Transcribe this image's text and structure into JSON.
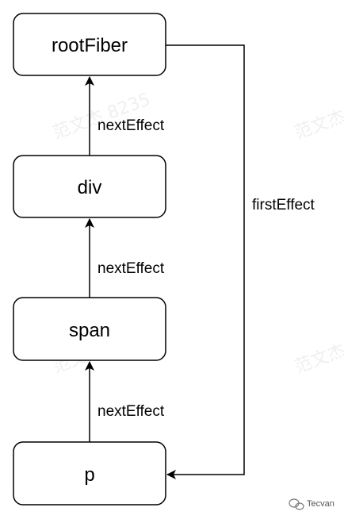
{
  "diagram": {
    "nodes": {
      "root_fiber": "rootFiber",
      "div": "div",
      "span": "span",
      "p": "p"
    },
    "edges": {
      "div_to_root": "nextEffect",
      "span_to_div": "nextEffect",
      "p_to_span": "nextEffect",
      "root_to_p": "firstEffect"
    }
  },
  "watermark": {
    "text": "范文杰 8235",
    "brand_name": "Tecvan"
  }
}
